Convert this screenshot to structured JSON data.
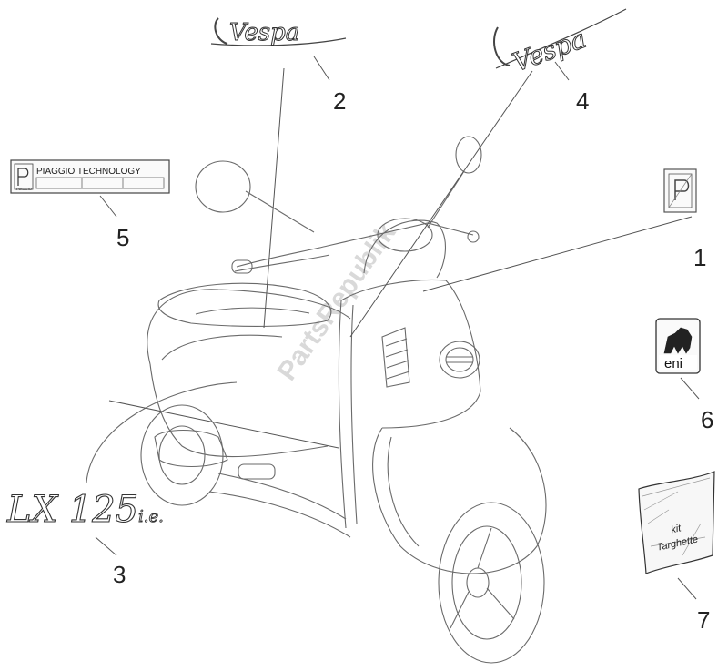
{
  "callouts": [
    {
      "id": "1",
      "label": "1"
    },
    {
      "id": "2",
      "label": "2"
    },
    {
      "id": "3",
      "label": "3"
    },
    {
      "id": "4",
      "label": "4"
    },
    {
      "id": "5",
      "label": "5"
    },
    {
      "id": "6",
      "label": "6"
    },
    {
      "id": "7",
      "label": "7"
    }
  ],
  "parts": {
    "vespa_logo_small": "Vespa",
    "vespa_logo_large": "Vespa",
    "piaggio_plate_title": "PIAGGIO TECHNOLOGY",
    "piaggio_plate_small": "PIAGGIO",
    "lx_badge_main": "LX 125",
    "lx_badge_suffix": "i.e.",
    "eni_text": "eni",
    "kit_line1": "kit",
    "kit_line2": "Targhette"
  },
  "watermark": "PartsRepublik"
}
